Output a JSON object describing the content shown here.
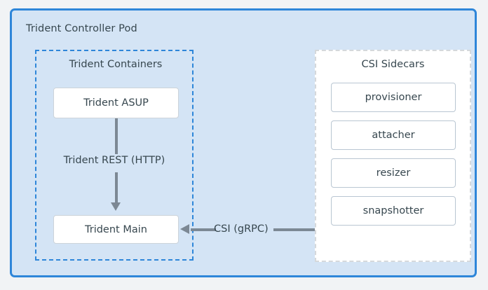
{
  "diagram": {
    "title": "Trident Controller Pod",
    "background_color": "#f1f3f5",
    "pod": {
      "label": "Trident Controller Pod",
      "fill_color": "#d4e4f5",
      "border_color": "#2e86d9"
    },
    "containers_group": {
      "label": "Trident Containers",
      "border_color": "#2e86d9",
      "border_style": "dashed",
      "nodes": [
        {
          "label": "Trident ASUP"
        },
        {
          "label": "Trident Main"
        }
      ]
    },
    "sidecars_panel": {
      "label": "CSI Sidecars",
      "fill_color": "#ffffff",
      "border_color": "#d5d8db",
      "border_style": "dashed",
      "items": [
        {
          "label": "provisioner"
        },
        {
          "label": "attacher"
        },
        {
          "label": "resizer"
        },
        {
          "label": "snapshotter"
        }
      ]
    },
    "connectors": [
      {
        "label": "Trident REST (HTTP)",
        "from": "Trident ASUP",
        "to": "Trident Main",
        "direction": "down",
        "color": "#7c8894"
      },
      {
        "label": "CSI (gRPC)",
        "from": "CSI Sidecars",
        "to": "Trident Main",
        "direction": "left",
        "color": "#7c8894"
      }
    ],
    "text_color": "#37474f"
  }
}
